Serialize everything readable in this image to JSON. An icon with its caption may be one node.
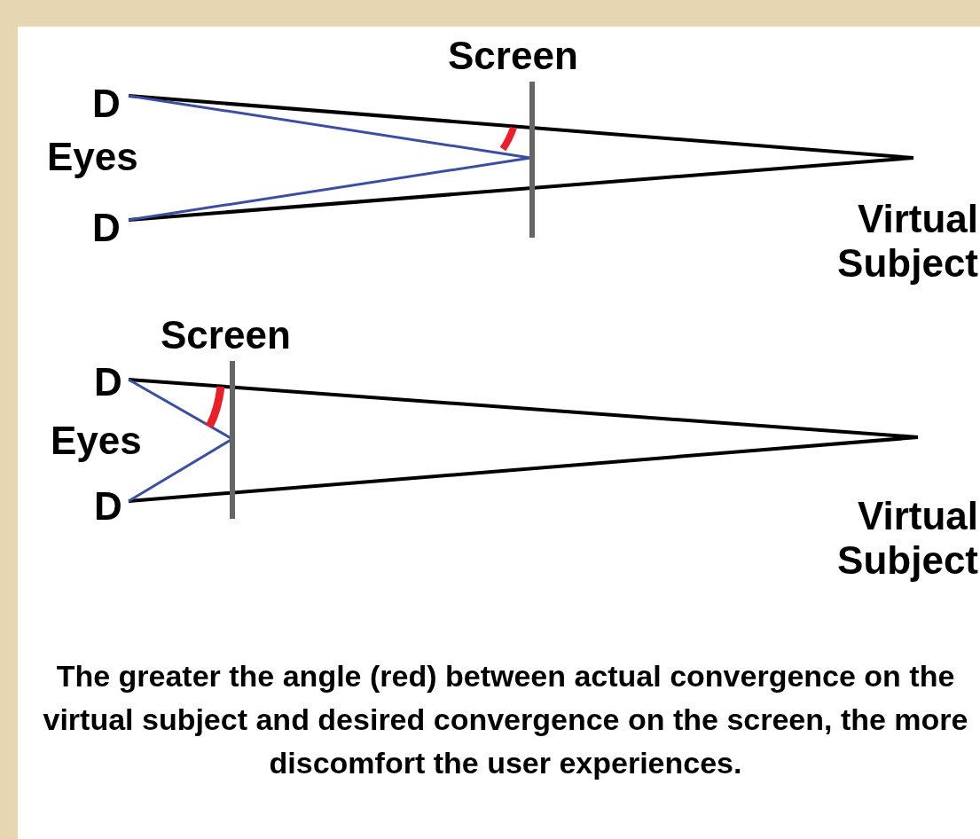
{
  "diagram": {
    "caption": "The greater the angle (red) between actual convergence on the virtual subject and desired convergence on the screen, the more discomfort the user experiences.",
    "labels": [
      "Screen",
      "D",
      "Eyes",
      "D",
      "Virtual Subject",
      "Screen",
      "D",
      "Eyes",
      "D",
      "Virtual Subject"
    ]
  }
}
